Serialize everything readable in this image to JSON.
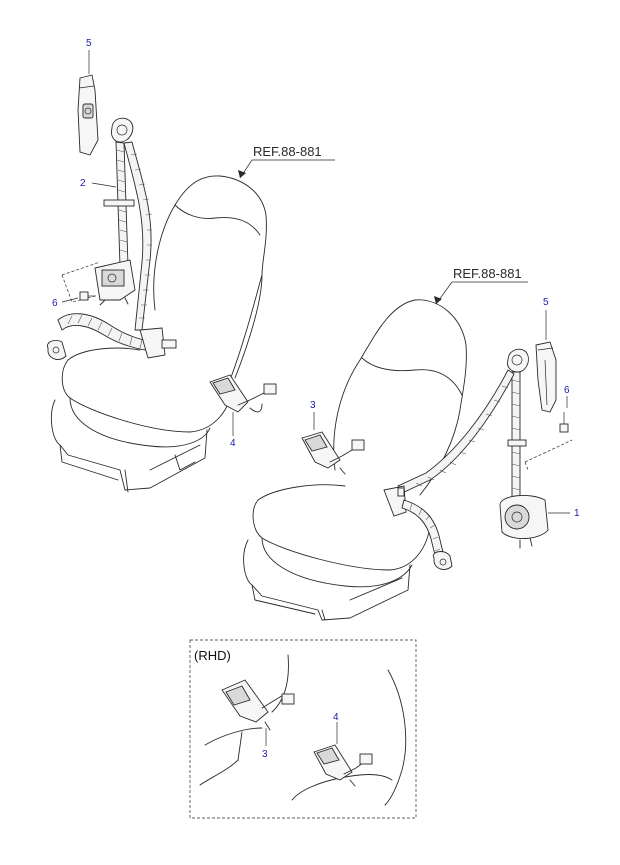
{
  "references": [
    {
      "id": "ref-left",
      "text": "REF.88-881"
    },
    {
      "id": "ref-right",
      "text": "REF.88-881"
    }
  ],
  "inset": {
    "label": "(RHD)"
  },
  "callouts": {
    "left_5": "5",
    "left_2": "2",
    "left_6": "6",
    "left_4": "4",
    "right_3": "3",
    "right_5": "5",
    "right_6": "6",
    "right_1": "1",
    "inset_3": "3",
    "inset_4": "4"
  },
  "colors": {
    "callout": "#1a1aa8",
    "line": "#2a2a2a"
  }
}
